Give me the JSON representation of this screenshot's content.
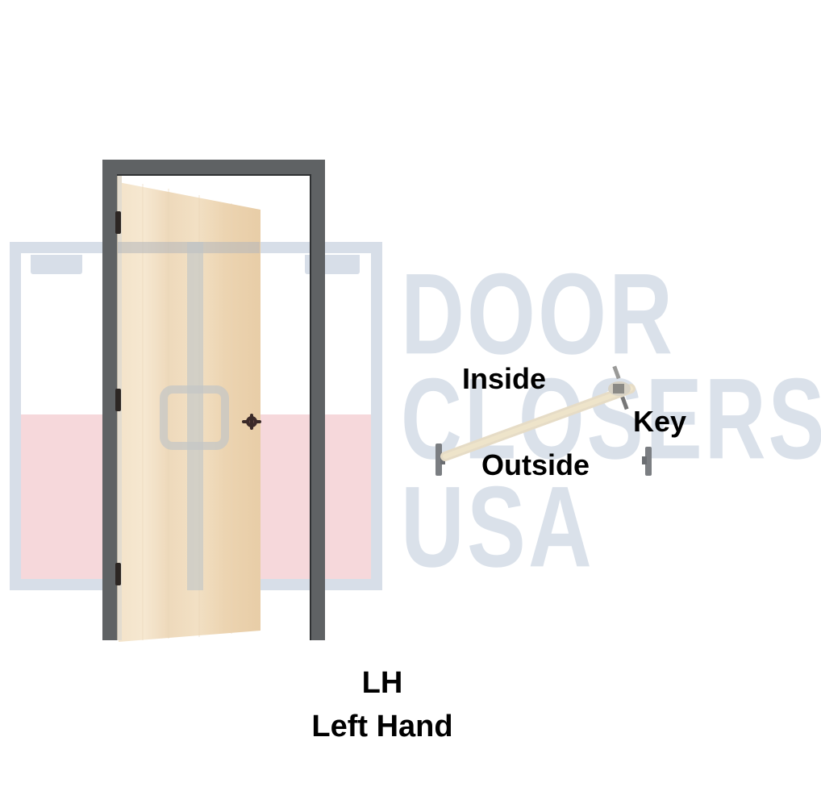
{
  "diagram": {
    "subject": "door-handing",
    "colors": {
      "frame": "#5f6264",
      "door_wood": "#f0dcc0",
      "watermark_blue": "#bccad8",
      "watermark_pink": "#eca8b0",
      "label_text": "#000000"
    },
    "watermark": {
      "lines": [
        "DOOR",
        "CLOSERS",
        "USA"
      ]
    },
    "key_diagram": {
      "labels": {
        "inside": "Inside",
        "outside": "Outside",
        "key": "Key"
      }
    },
    "caption": {
      "code": "LH",
      "name": "Left Hand"
    }
  }
}
